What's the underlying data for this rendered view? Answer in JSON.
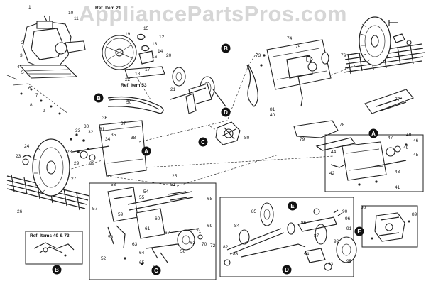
{
  "watermark": "AppliancePartsPros.com",
  "references": {
    "ref_item_21": "Ref. Item 21",
    "ref_item_53": "Ref. Item 53",
    "ref_items_49_73": "Ref. Items 49 & 73"
  },
  "callouts": {
    "a": "A",
    "b": "B",
    "c": "C",
    "d": "D",
    "e": "E"
  },
  "labels": {
    "engine": [
      "1",
      "2",
      "3",
      "4",
      "5",
      "6",
      "7",
      "8",
      "9",
      "10",
      "11",
      "12",
      "13",
      "14",
      "15",
      "16",
      "17",
      "18",
      "19",
      "20",
      "21",
      "22"
    ],
    "main": [
      "23",
      "24",
      "25",
      "26",
      "27",
      "28",
      "29",
      "30",
      "31",
      "32",
      "33",
      "34",
      "35",
      "36",
      "37",
      "38",
      "39",
      "40",
      "41",
      "42",
      "43",
      "44",
      "45",
      "46",
      "47",
      "48",
      "49",
      "50",
      "51",
      "73",
      "74",
      "75",
      "76",
      "77",
      "78",
      "79",
      "80",
      "81"
    ],
    "detail_c": [
      "52",
      "53",
      "54",
      "55",
      "56",
      "57",
      "58",
      "59",
      "60",
      "61",
      "62",
      "63",
      "64",
      "65",
      "66",
      "67",
      "68",
      "69",
      "70",
      "71",
      "72"
    ],
    "detail_d": [
      "82",
      "83",
      "84",
      "85",
      "86",
      "87",
      "88",
      "89",
      "90",
      "91",
      "92",
      "93",
      "94",
      "95",
      "96"
    ]
  }
}
